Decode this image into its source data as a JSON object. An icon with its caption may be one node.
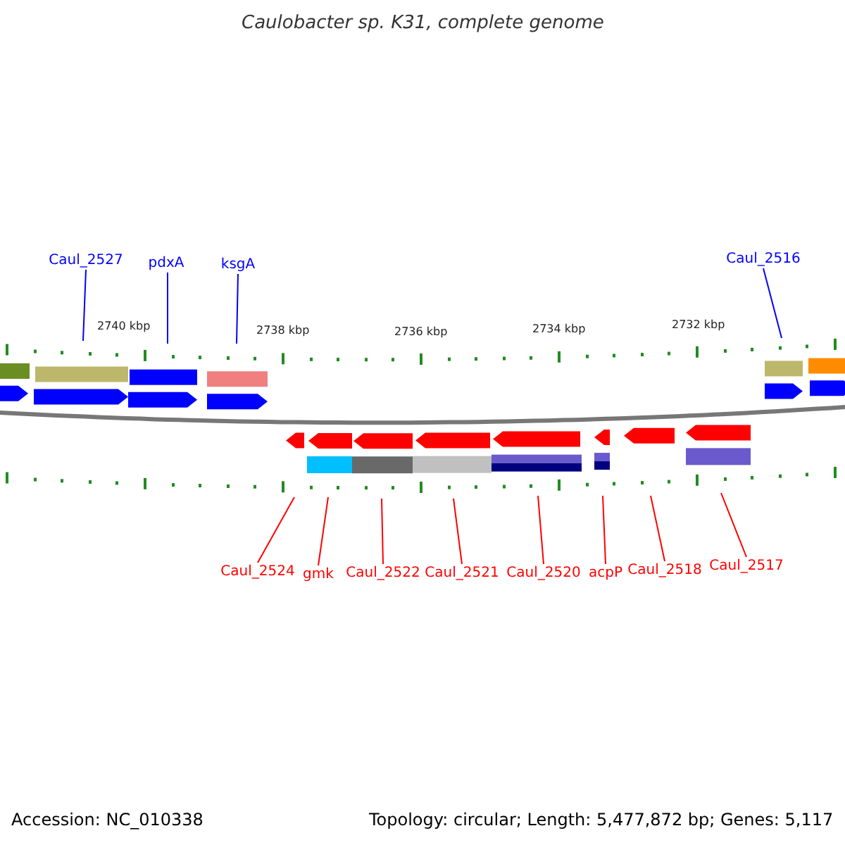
{
  "diagram": {
    "title": "Caulobacter sp. K31, complete genome",
    "nodes": [
      {
        "text": [
          "Caul_2527"
        ]
      },
      {
        "text": [
          "pdxA"
        ]
      },
      {
        "text": [
          "ksgA"
        ]
      },
      {
        "text": [
          "Caul_2516"
        ]
      },
      {
        "text": [
          "Caul_2524"
        ]
      },
      {
        "text": [
          "gmk"
        ]
      },
      {
        "text": [
          "Caul_2522"
        ]
      },
      {
        "text": [
          "Caul_2521"
        ]
      },
      {
        "text": [
          "Caul_2520"
        ]
      },
      {
        "text": [
          "acpP"
        ]
      },
      {
        "text": [
          "Caul_2518"
        ]
      },
      {
        "text": [
          "Caul_2517"
        ]
      }
    ],
    "edges": [
      {
        "from": 0,
        "to": null,
        "arrow": "none",
        "color": "#0000ff"
      },
      {
        "from": 1,
        "to": null,
        "arrow": "none",
        "color": "#0000ff"
      },
      {
        "from": 2,
        "to": null,
        "arrow": "none",
        "color": "#0000ff"
      },
      {
        "from": 3,
        "to": null,
        "arrow": "none",
        "color": "#0000ff"
      },
      {
        "from": 4,
        "to": null,
        "arrow": "none",
        "color": "#ff0000"
      },
      {
        "from": 5,
        "to": null,
        "arrow": "none",
        "color": "#ff0000"
      },
      {
        "from": 6,
        "to": null,
        "arrow": "none",
        "color": "#ff0000"
      },
      {
        "from": 7,
        "to": null,
        "arrow": "none",
        "color": "#ff0000"
      },
      {
        "from": 8,
        "to": null,
        "arrow": "none",
        "color": "#ff0000"
      },
      {
        "from": 9,
        "to": null,
        "arrow": "none",
        "color": "#ff0000"
      },
      {
        "from": 10,
        "to": null,
        "arrow": "none",
        "color": "#ff0000"
      },
      {
        "from": 11,
        "to": null,
        "arrow": "none",
        "color": "#ff0000"
      }
    ],
    "labels": [
      "2740 kbp",
      "2738 kbp",
      "2736 kbp",
      "2734 kbp",
      "2732 kbp",
      "Accession: NC_010338",
      "Topology: circular; Length: 5,477,872 bp; Genes: 5,117"
    ]
  }
}
